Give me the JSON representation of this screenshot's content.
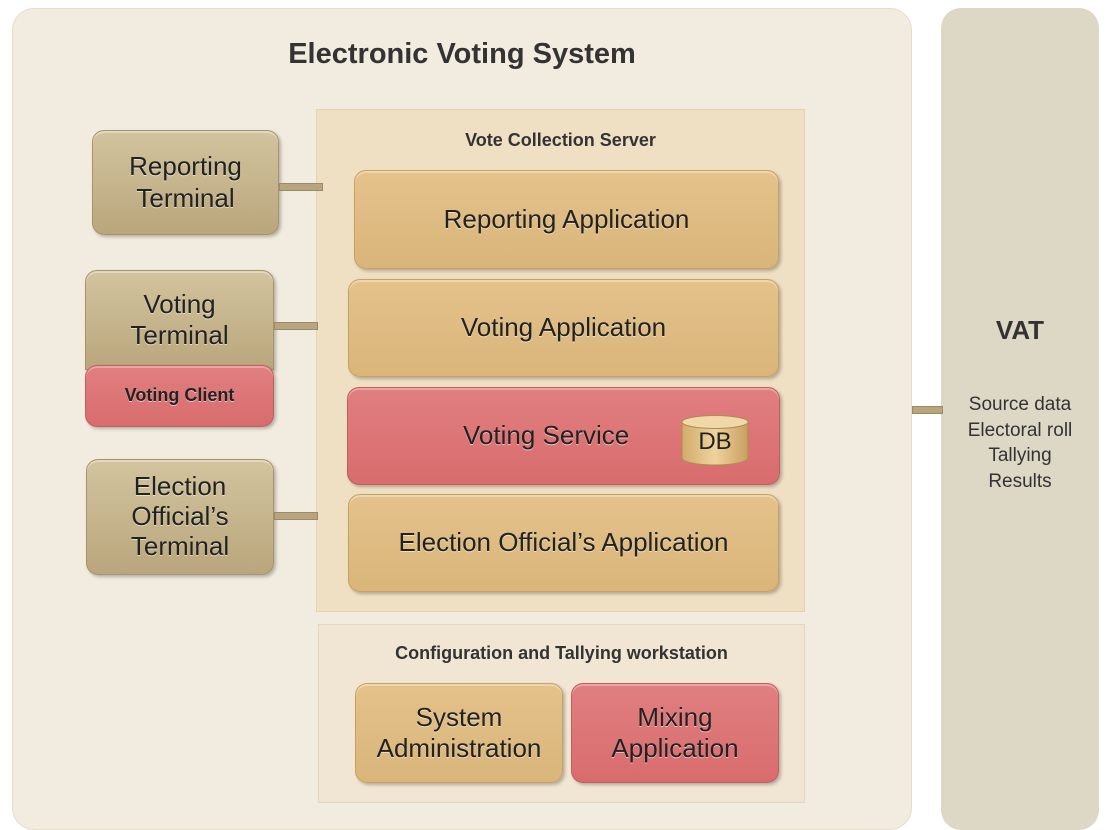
{
  "title": "Electronic Voting System",
  "vote_collection_server": {
    "title": "Vote Collection Server",
    "reporting_application": "Reporting Application",
    "voting_application": "Voting Application",
    "voting_service": "Voting Service",
    "db": "DB",
    "election_officials_application": "Election Official’s Application"
  },
  "terminals": {
    "reporting": [
      "Reporting",
      "Terminal"
    ],
    "voting": [
      "Voting",
      "Terminal"
    ],
    "voting_client": "Voting Client",
    "election_official": [
      "Election",
      "Official’s",
      "Terminal"
    ]
  },
  "config_workstation": {
    "title": "Configuration and Tallying workstation",
    "system_administration": [
      "System",
      "Administration"
    ],
    "mixing_application": [
      "Mixing",
      "Application"
    ]
  },
  "vat": {
    "title": "VAT",
    "items": [
      "Source data",
      "Electoral roll",
      "Tallying",
      "Results"
    ]
  },
  "colors": {
    "panel": "#f2ebdf",
    "vat_panel": "#ddd7c6",
    "tan_box": "#dfbc82",
    "red_box": "#dc7576",
    "terminal_box": "#c6b58e"
  }
}
